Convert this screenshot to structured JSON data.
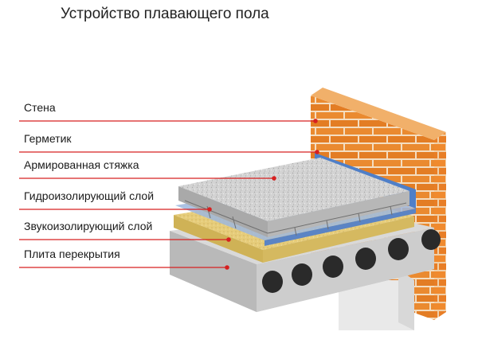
{
  "title": "Устройство плавающего пола",
  "labels": [
    {
      "key": "wall",
      "text": "Стена"
    },
    {
      "key": "sealant",
      "text": "Герметик"
    },
    {
      "key": "screed",
      "text": "Армированная стяжка"
    },
    {
      "key": "waterproofing",
      "text": "Гидроизолирующий слой"
    },
    {
      "key": "soundproofing",
      "text": "Звукоизолирующий слой"
    },
    {
      "key": "slab",
      "text": "Плита перекрытия"
    }
  ],
  "colors": {
    "leader": "#d62020",
    "brick": "#e8862c",
    "mortar": "#f4ddc0",
    "concrete": "#c9c9c9",
    "insulation": "#e7cf7e",
    "waterproof_film": "#5b84c4"
  }
}
